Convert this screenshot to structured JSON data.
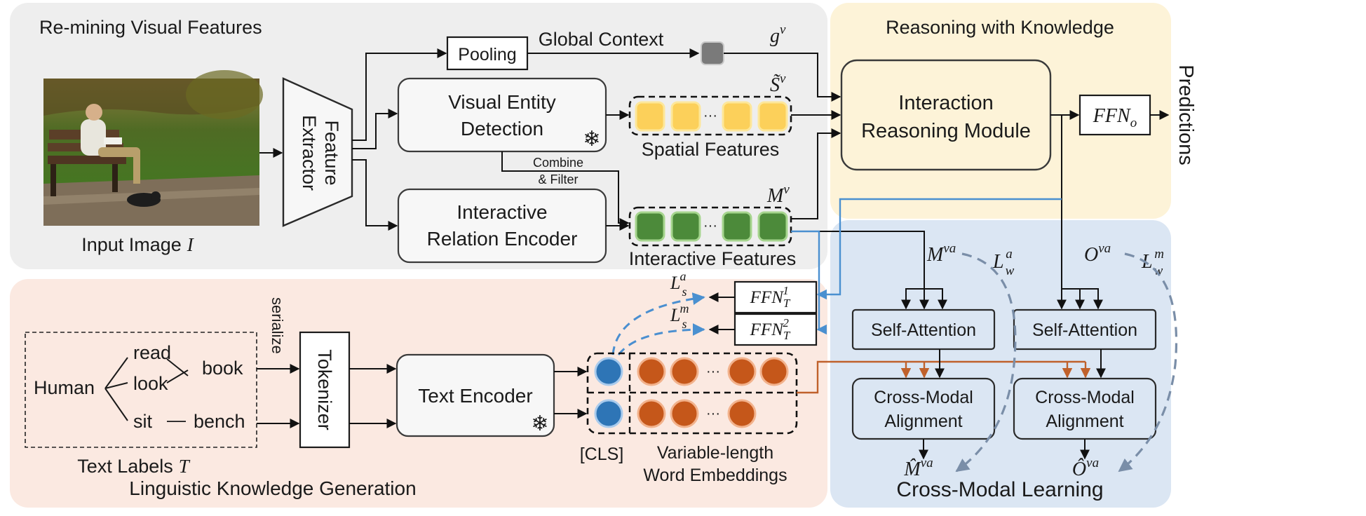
{
  "panels": {
    "visual": "Re-mining Visual Features",
    "reasoning": "Reasoning with Knowledge",
    "linguistic": "Linguistic Knowledge Generation",
    "crossmodal": "Cross-Modal Learning"
  },
  "nodes": {
    "input_image_label": "Input Image",
    "input_image_var": "I",
    "feature_extractor_1": "Feature",
    "feature_extractor_2": "Extractor",
    "pooling": "Pooling",
    "global_context": "Global Context",
    "g_v": "g",
    "g_v_sup": "v",
    "ved_1": "Visual Entity",
    "ved_2": "Detection",
    "s_v": "S̃",
    "s_v_sup": "v",
    "spatial_features": "Spatial Features",
    "combine_1": "Combine",
    "combine_2": "& Filter",
    "ire_1": "Interactive",
    "ire_2": "Relation Encoder",
    "m_v": "M",
    "m_v_sup": "v",
    "interactive_features": "Interactive Features",
    "irm_1": "Interaction",
    "irm_2": "Reasoning Module",
    "ffn_o": "FFN",
    "ffn_o_sub": "o",
    "predictions": "Predictions",
    "serialize": "serialize",
    "tokenizer": "Tokenizer",
    "text_encoder": "Text Encoder",
    "cls": "[CLS]",
    "word_emb_1": "Variable-length",
    "word_emb_2": "Word Embeddings",
    "text_labels": "Text Labels",
    "text_labels_var": "T",
    "ffn_t1": "FFN",
    "ffn_t1_sub": "T",
    "ffn_t1_sup": "1",
    "ffn_t2": "FFN",
    "ffn_t2_sub": "T",
    "ffn_t2_sup": "2",
    "ls_a": "L",
    "ls_a_sub": "s",
    "ls_a_sup": "a",
    "ls_m": "L",
    "ls_m_sub": "s",
    "ls_m_sup": "m",
    "self_attention": "Self-Attention",
    "cma_1": "Cross-Modal",
    "cma_2": "Alignment",
    "m_va": "M",
    "m_va_sup": "va",
    "o_va": "O",
    "o_va_sup": "va",
    "lw_a": "L",
    "lw_a_sub": "w",
    "lw_a_sup": "a",
    "lw_m": "L",
    "lw_m_sub": "w",
    "lw_m_sup": "m",
    "m_hat": "M̂",
    "m_hat_sup": "va",
    "o_hat": "Ô",
    "o_hat_sup": "va",
    "ellipsis": "···"
  },
  "tree": {
    "root": "Human",
    "read": "read",
    "look": "look",
    "book": "book",
    "sit": "sit",
    "dash": "—",
    "bench": "bench"
  },
  "icons": {
    "frozen": "snowflake-icon",
    "frozen_glyph": "❄"
  },
  "colors": {
    "panel_gray": "#eeeeee",
    "panel_yellow": "#fdf3d8",
    "panel_pink": "#fbe9e1",
    "panel_blue": "#dbe6f3",
    "spatial_token": "#fcd05a",
    "interactive_token": "#4c8a3a",
    "cls_token": "#2e75b6",
    "word_token": "#c5571a",
    "global_token": "#7a7a7a",
    "blue_arrow": "#4a90d0",
    "orange_arrow": "#c0612b"
  }
}
